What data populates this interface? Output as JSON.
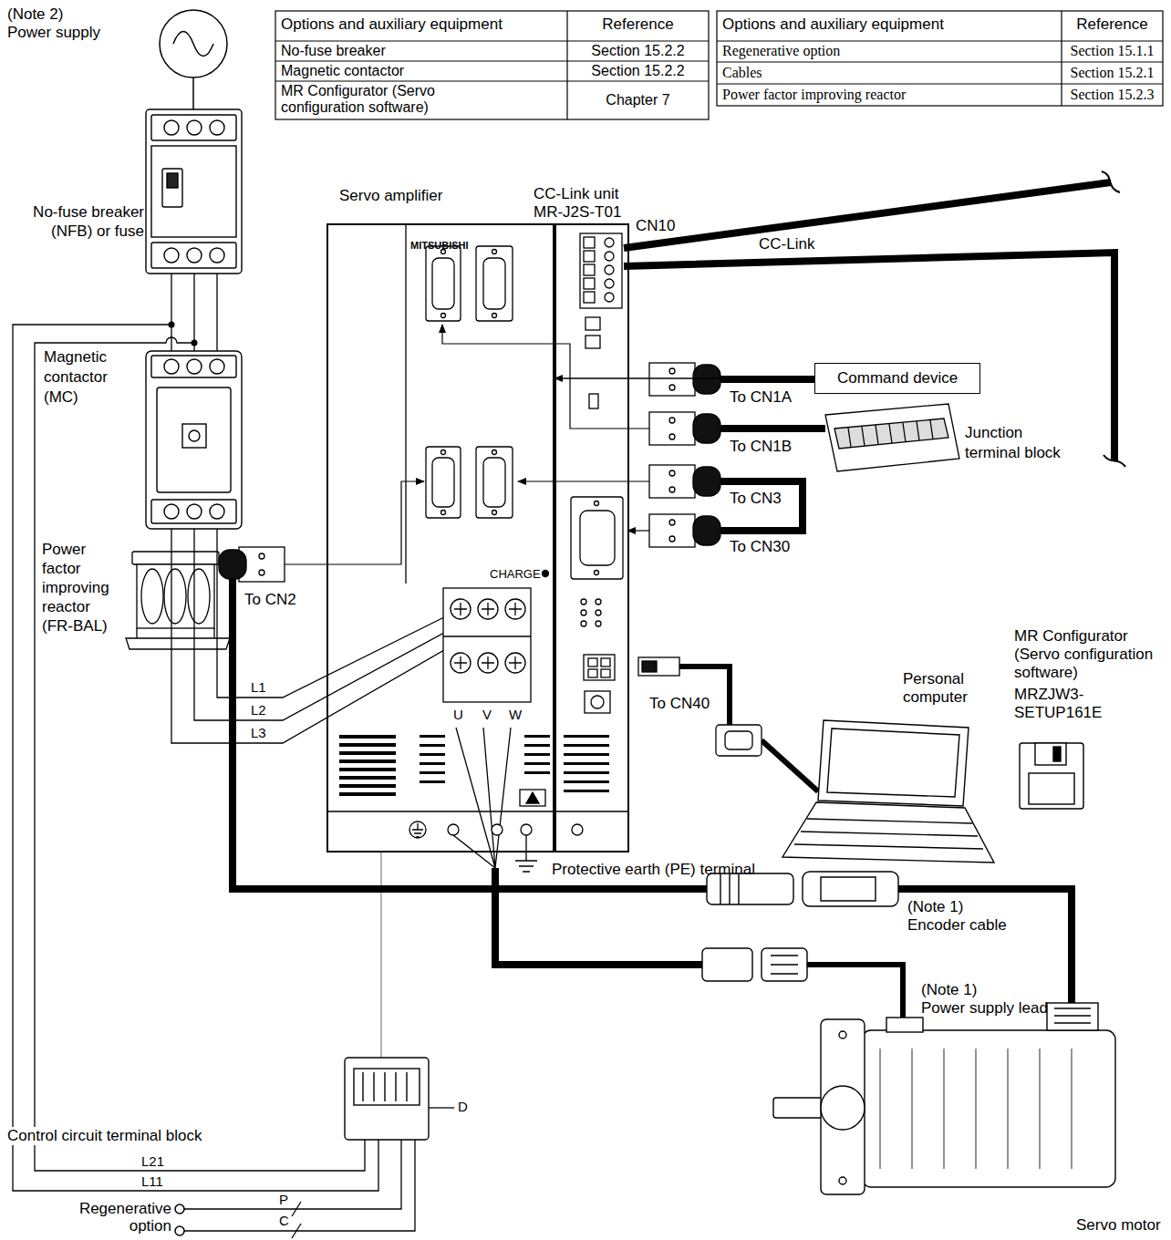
{
  "diagram": {
    "nodes": [
      {
        "text": [
          "Servo amplifier",
          "MITSUBISHI"
        ]
      },
      {
        "text": [
          "CC-Link unit MR-J2S-T01"
        ]
      },
      {
        "text": [
          "Command device"
        ]
      }
    ],
    "edges": [
      {
        "from": 2,
        "to": 0,
        "arrow": "to"
      }
    ],
    "labels": [
      "(Note 2)",
      "Power supply",
      "Options and auxiliary equipment",
      "Reference",
      "No-fuse breaker",
      "Section 15.2.2",
      "Magnetic contactor",
      "Section 15.2.2",
      "MR Configurator (Servo configuration software)",
      "Chapter 7",
      "Options and auxiliary equipment",
      "Reference",
      "Regenerative option",
      "Section 15.1.1",
      "Cables",
      "Section 15.2.1",
      "Power factor improving reactor",
      "Section 15.2.3",
      "No-fuse breaker (NFB) or fuse",
      "CN10",
      "CC-Link",
      "To CN1A",
      "Junction terminal block",
      "To CN1B",
      "Magnetic contactor (MC)",
      "To CN3",
      "To CN30",
      "CHARGE",
      "Power factor improving reactor (FR-BAL)",
      "To CN2",
      "L1",
      "L2",
      "L3",
      "U",
      "V",
      "W",
      "Personal computer",
      "MR Configurator (Servo configuration software)",
      "MRZJW3-SETUP161E",
      "To CN40",
      "Protective earth (PE) terminal",
      "(Note 1)",
      "Encoder cable",
      "(Note 1)",
      "Power supply lead",
      "Control circuit terminal block",
      "D",
      "L21",
      "L11",
      "P",
      "C",
      "Regenerative option",
      "Servo motor"
    ]
  }
}
